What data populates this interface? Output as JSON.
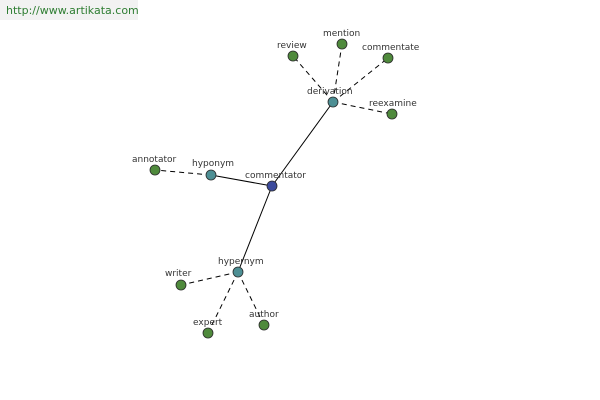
{
  "header": {
    "url": "http://www.artikata.com"
  },
  "colors": {
    "center": "#3b4a9c",
    "category": "#4d8f94",
    "leaf": "#4f8a3c",
    "edge": "#000000",
    "url_text": "#2e7d32"
  },
  "graph": {
    "nodes": [
      {
        "id": "commentator",
        "label": "commentator",
        "kind": "center"
      },
      {
        "id": "derivation",
        "label": "derivation",
        "kind": "category"
      },
      {
        "id": "hyponym",
        "label": "hyponym",
        "kind": "category"
      },
      {
        "id": "hypernym",
        "label": "hypernym",
        "kind": "category"
      },
      {
        "id": "review",
        "label": "review",
        "kind": "leaf"
      },
      {
        "id": "mention",
        "label": "mention",
        "kind": "leaf"
      },
      {
        "id": "commentate",
        "label": "commentate",
        "kind": "leaf"
      },
      {
        "id": "reexamine",
        "label": "reexamine",
        "kind": "leaf"
      },
      {
        "id": "annotator",
        "label": "annotator",
        "kind": "leaf"
      },
      {
        "id": "writer",
        "label": "writer",
        "kind": "leaf"
      },
      {
        "id": "expert",
        "label": "expert",
        "kind": "leaf"
      },
      {
        "id": "author",
        "label": "author",
        "kind": "leaf"
      }
    ],
    "edges": [
      {
        "from": "commentator",
        "to": "derivation",
        "style": "solid"
      },
      {
        "from": "commentator",
        "to": "hyponym",
        "style": "solid"
      },
      {
        "from": "commentator",
        "to": "hypernym",
        "style": "solid"
      },
      {
        "from": "derivation",
        "to": "review",
        "style": "dashed"
      },
      {
        "from": "derivation",
        "to": "mention",
        "style": "dashed"
      },
      {
        "from": "derivation",
        "to": "commentate",
        "style": "dashed"
      },
      {
        "from": "derivation",
        "to": "reexamine",
        "style": "dashed"
      },
      {
        "from": "hyponym",
        "to": "annotator",
        "style": "dashed"
      },
      {
        "from": "hypernym",
        "to": "writer",
        "style": "dashed"
      },
      {
        "from": "hypernym",
        "to": "expert",
        "style": "dashed"
      },
      {
        "from": "hypernym",
        "to": "author",
        "style": "dashed"
      }
    ]
  }
}
